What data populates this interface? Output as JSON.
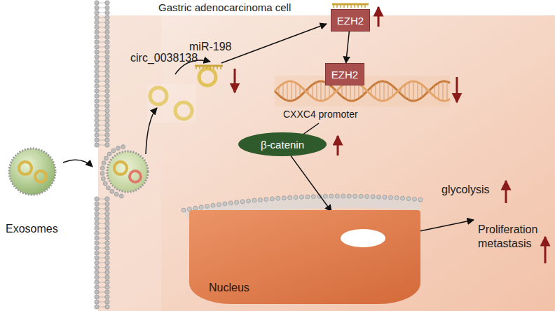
{
  "diagram": {
    "nodes": [
      {
        "text": [
          "Gastric adenocarcinoma cell"
        ]
      },
      {
        "text": [
          "EZH2"
        ],
        "in": 0
      },
      {
        "text": [
          "EZH2"
        ],
        "in": 0
      },
      {
        "text": [
          "β-catenin"
        ],
        "in": 0
      },
      {
        "text": [
          "Nucleus"
        ],
        "in": 0
      }
    ],
    "edges": [
      {
        "from": 1,
        "to": 2,
        "arrow": "to"
      },
      {
        "from": 3,
        "to": 4,
        "arrow": "to"
      }
    ],
    "labels": [
      "Exosomes",
      "circ_0038138",
      "miR-198",
      "CXXC4 promoter",
      "glycolysis",
      "Proliferation metastasis"
    ]
  }
}
